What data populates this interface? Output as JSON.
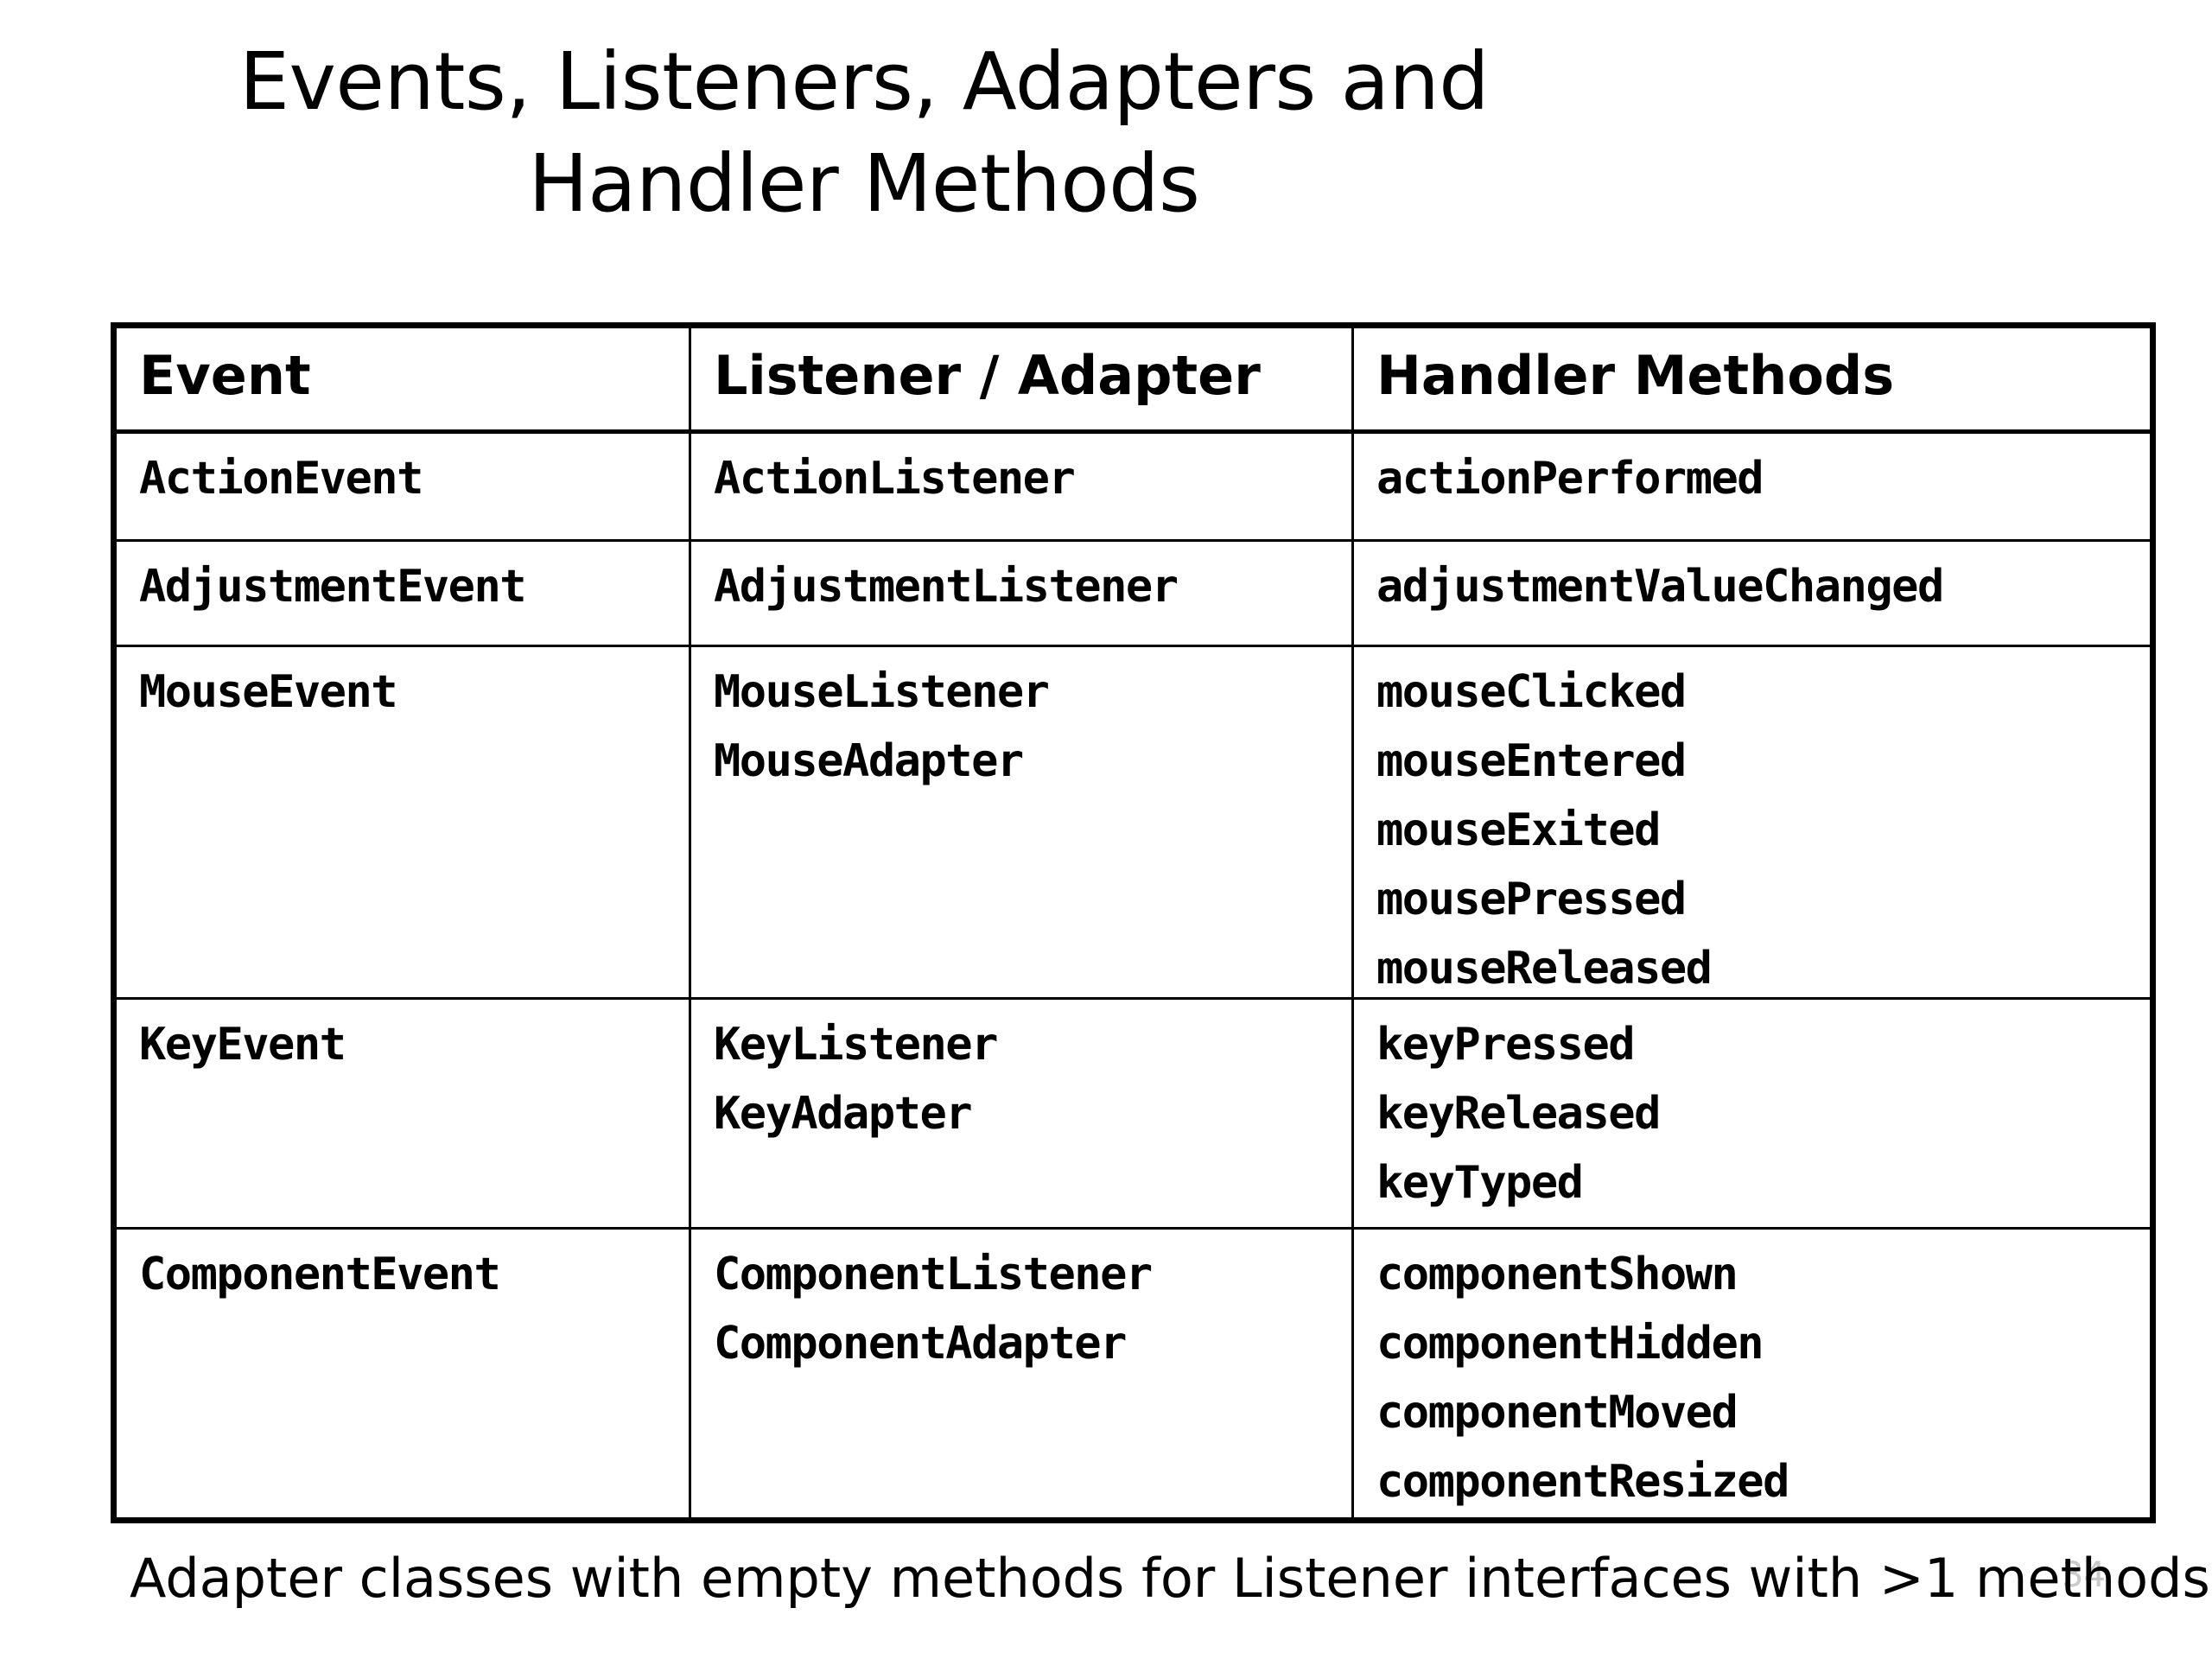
{
  "slide": {
    "title": "Events, Listeners, Adapters and\nHandler Methods",
    "footer_note": "Adapter classes with empty methods for Listener interfaces with >1 methods",
    "slide_number": "34",
    "colors": {
      "background": "#ffffff",
      "text": "#000000",
      "table_border": "#000000",
      "slide_number": "#c9c9c9"
    }
  },
  "table": {
    "headers": [
      "Event",
      "Listener / Adapter",
      "Handler Methods"
    ],
    "rows": [
      {
        "event": "ActionEvent",
        "listeners": [
          "ActionListener"
        ],
        "handlers": [
          "actionPerformed"
        ]
      },
      {
        "event": "AdjustmentEvent",
        "listeners": [
          "AdjustmentListener"
        ],
        "handlers": [
          "adjustmentValueChanged"
        ]
      },
      {
        "event": "MouseEvent",
        "listeners": [
          "MouseListener",
          "MouseAdapter"
        ],
        "handlers": [
          "mouseClicked",
          "mouseEntered",
          "mouseExited",
          "mousePressed",
          "mouseReleased"
        ]
      },
      {
        "event": "KeyEvent",
        "listeners": [
          "KeyListener",
          "KeyAdapter"
        ],
        "handlers": [
          "keyPressed",
          "keyReleased",
          "keyTyped"
        ]
      },
      {
        "event": "ComponentEvent",
        "listeners": [
          "ComponentListener",
          "ComponentAdapter"
        ],
        "handlers": [
          "componentShown",
          "componentHidden",
          "componentMoved",
          "componentResized"
        ]
      }
    ]
  }
}
